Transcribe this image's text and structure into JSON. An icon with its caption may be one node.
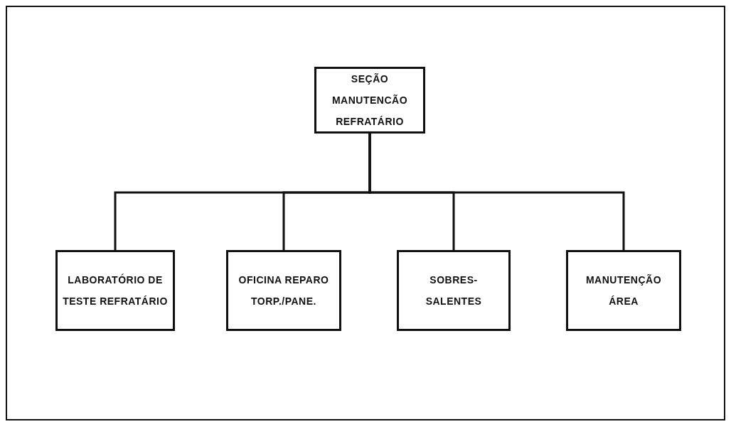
{
  "diagram": {
    "nodes": [
      {
        "text": [
          "SEÇÃO MANUTENCÃO REFRATÁRIO"
        ]
      },
      {
        "text": [
          "LABORATÓRIO DE TESTE REFRATÁRIO"
        ]
      },
      {
        "text": [
          "OFICINA REPARO TORP./PANE."
        ]
      },
      {
        "text": [
          "SOBRES- SALENTES"
        ]
      },
      {
        "text": [
          "MANUTENÇÃO ÁREA"
        ]
      }
    ],
    "edges": [
      {
        "from": 0,
        "to": 1,
        "arrow": "none"
      },
      {
        "from": 0,
        "to": 2,
        "arrow": "none"
      },
      {
        "from": 0,
        "to": 3,
        "arrow": "none"
      },
      {
        "from": 0,
        "to": 4,
        "arrow": "none"
      }
    ]
  }
}
